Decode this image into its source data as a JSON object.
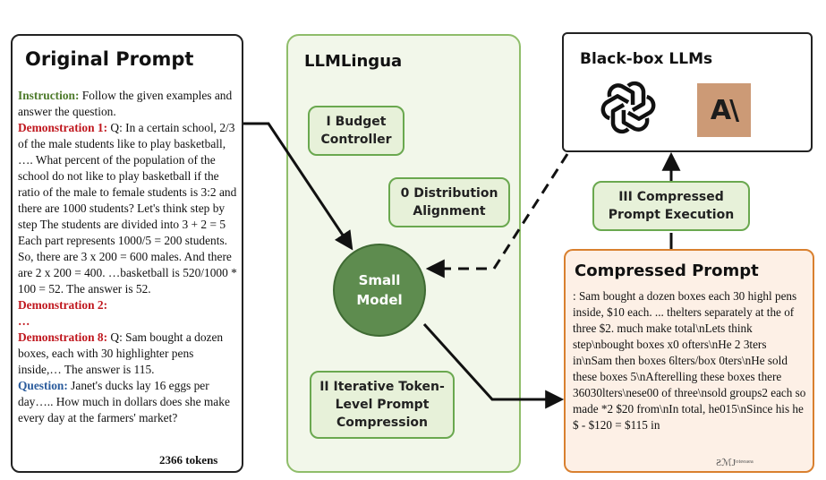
{
  "original_prompt": {
    "title": "Original Prompt",
    "instruction_label": "Instruction:",
    "instruction_text": " Follow the given examples and answer the question.",
    "demo1_label": "Demonstration 1:",
    "demo1_text": " Q: In a certain school, 2/3 of the male students like to play basketball, …. What percent of the population of the school do not like to play basketball if the ratio of the male to female students is 3:2 and there are 1000 students? Let's think step by step The students are divided into 3 + 2 = 5 Each part represents 1000/5 = 200 students. So, there are 3 x 200 = 600 males. And there are 2 x 200 = 400. …basketball is 520/1000 * 100 = 52. The answer is 52.",
    "demo2_label": "Demonstration 2:",
    "ellipsis": "…",
    "demo8_label": "Demonstration 8:",
    "demo8_text": " Q: Sam bought a dozen boxes, each with 30 highlighter pens inside,… The answer is 115.",
    "question_label": "Question:",
    "question_text": " Janet's ducks lay 16 eggs per day….. How much in dollars does she make every day at the farmers' market?",
    "tokens": "2366 tokens"
  },
  "llmlingua": {
    "title": "LLMLingua",
    "budget_controller": [
      "I Budget",
      "Controller"
    ],
    "distribution_alignment": [
      "0 Distribution",
      "Alignment"
    ],
    "small_model": [
      "Small",
      "Model"
    ],
    "iterative": [
      "II Iterative Token-",
      "Level Prompt",
      "Compression"
    ]
  },
  "blackbox": {
    "title": "Black-box LLMs",
    "anthropic_mark": "A\\"
  },
  "execution": [
    "III Compressed",
    "Prompt Execution"
  ],
  "compressed_prompt": {
    "title": "Compressed Prompt",
    "text": ": Sam bought a dozen boxes each 30 highl pens inside, $10 each. ... thelters separately at the of three $2. much make total\\nLets think step\\nbought boxes x0 ofters\\nHe 2 3ters in\\nSam then boxes 6lters/box 0ters\\nHe sold these boxes 5\\nAfterelling these boxes there 36030lters\\nese00 of three\\nsold groups2 each so made *2 $20 from\\nIn total, he015\\nSince his he $ - $120 = $115 in"
  },
  "colors": {
    "green_fill": "#e7f1d9",
    "green_border": "#6aa84f",
    "model_fill": "#5e8c4f",
    "orange_border": "#d9802f",
    "orange_fill": "#fdf0e6",
    "anthropic_fill": "#cc9a76"
  }
}
